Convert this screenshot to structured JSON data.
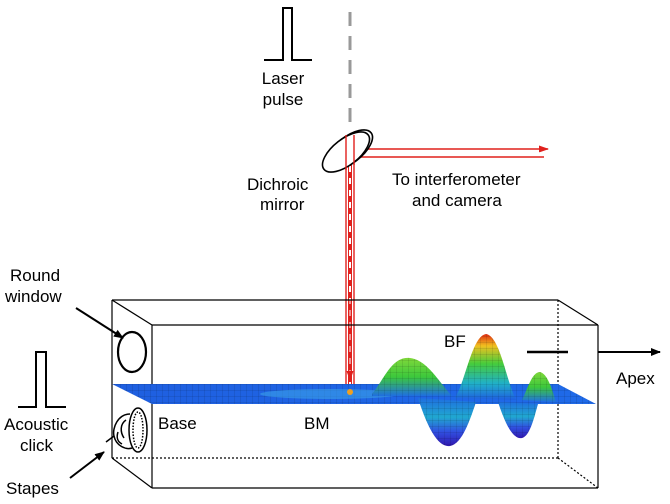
{
  "labels": {
    "laser_line1": "Laser",
    "laser_line2": "pulse",
    "dichroic_line1": "Dichroic",
    "dichroic_line2": "mirror",
    "interferometer_line1": "To interferometer",
    "interferometer_line2": "and camera",
    "round_window_line1": "Round",
    "round_window_line2": "window",
    "acoustic_line1": "Acoustic",
    "acoustic_line2": "click",
    "stapes": "Stapes",
    "base": "Base",
    "bm": "BM",
    "bf": "BF",
    "apex": "Apex"
  },
  "colors": {
    "laser_beam": "#e0201c",
    "membrane_flat": "#1f5fe0",
    "wave_peak": "#e03010",
    "wave_mid": "#3cc83c",
    "wave_trough": "#1040d0",
    "dashed_axis": "#999999"
  }
}
